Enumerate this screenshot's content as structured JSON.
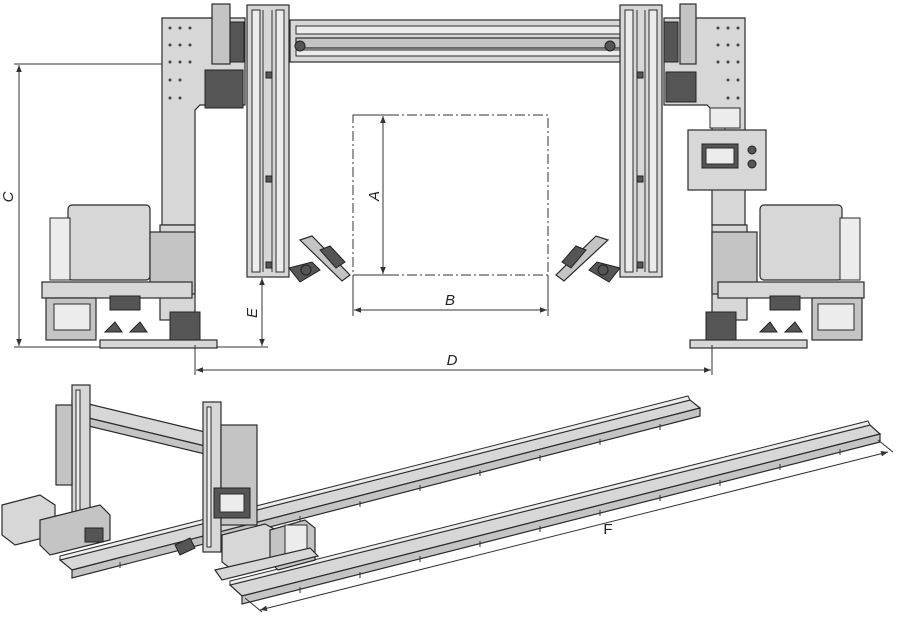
{
  "dimensions": {
    "A": "A",
    "B": "B",
    "C": "C",
    "D": "D",
    "E": "E",
    "F": "F"
  },
  "colors": {
    "outline": "#2b2b2b",
    "metal": "#d7d7d7",
    "metal_shade": "#c4c4c4",
    "dark_part": "#555555"
  }
}
